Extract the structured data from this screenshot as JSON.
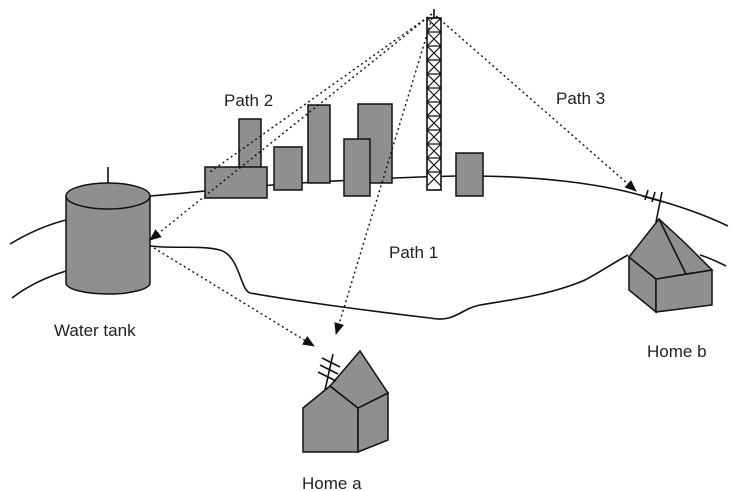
{
  "labels": {
    "path1": "Path 1",
    "path2": "Path 2",
    "path3": "Path 3",
    "water_tank": "Water tank",
    "home_a": "Home a",
    "home_b": "Home b"
  },
  "colors": {
    "building_fill": "#8f8f8f",
    "line": "#111111"
  }
}
